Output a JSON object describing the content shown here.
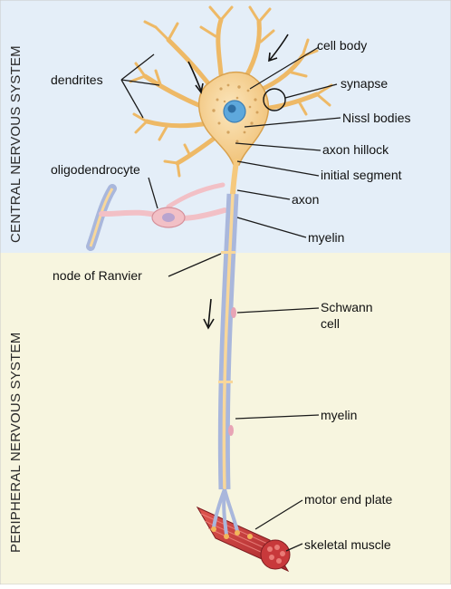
{
  "colors": {
    "cns_bg": "#e4eef8",
    "pns_bg": "#f7f5df",
    "neuron_fill": "#f8d79a",
    "neuron_stroke": "#d9a24f",
    "nucleus": "#5ea8dc",
    "myelin": "#a9b7dc",
    "oligodendrocyte": "#f2c0c6",
    "muscle": "#c8393b"
  },
  "regions": {
    "cns": "CENTRAL NERVOUS SYSTEM",
    "pns": "PERIPHERAL NERVOUS SYSTEM"
  },
  "labels": {
    "cell_body": "cell body",
    "dendrites": "dendrites",
    "synapse": "synapse",
    "nissl_bodies": "Nissl bodies",
    "axon_hillock": "axon hillock",
    "oligodendrocyte": "oligodendrocyte",
    "initial_segment": "initial segment",
    "axon": "axon",
    "myelin_cns": "myelin",
    "node_of_ranvier": "node of Ranvier",
    "schwann_line1": "Schwann",
    "schwann_line2": "cell",
    "myelin_pns": "myelin",
    "motor_end_plate": "motor end plate",
    "skeletal_muscle": "skeletal muscle"
  }
}
